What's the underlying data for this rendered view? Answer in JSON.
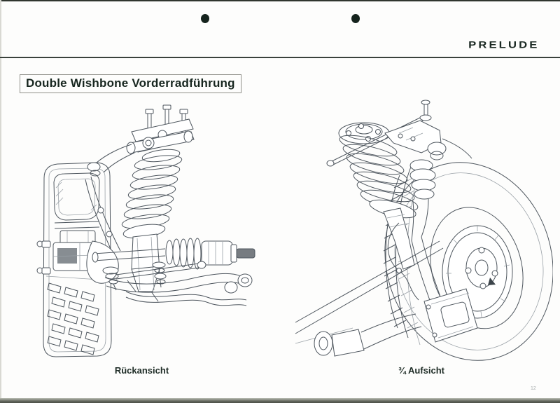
{
  "header": {
    "logo_text": "PRELUDE"
  },
  "title": {
    "text": "Double Wishbone Vorderradführung"
  },
  "figures": [
    {
      "id": "rear-view",
      "caption": "Rückansicht"
    },
    {
      "id": "three-quarter-top-view",
      "caption": "¾ Aufsicht"
    }
  ],
  "footer": {
    "page_number": "12"
  },
  "colors": {
    "ink": "#17261f",
    "line": "#4e565e",
    "bottom_bar": "#4c5047"
  }
}
